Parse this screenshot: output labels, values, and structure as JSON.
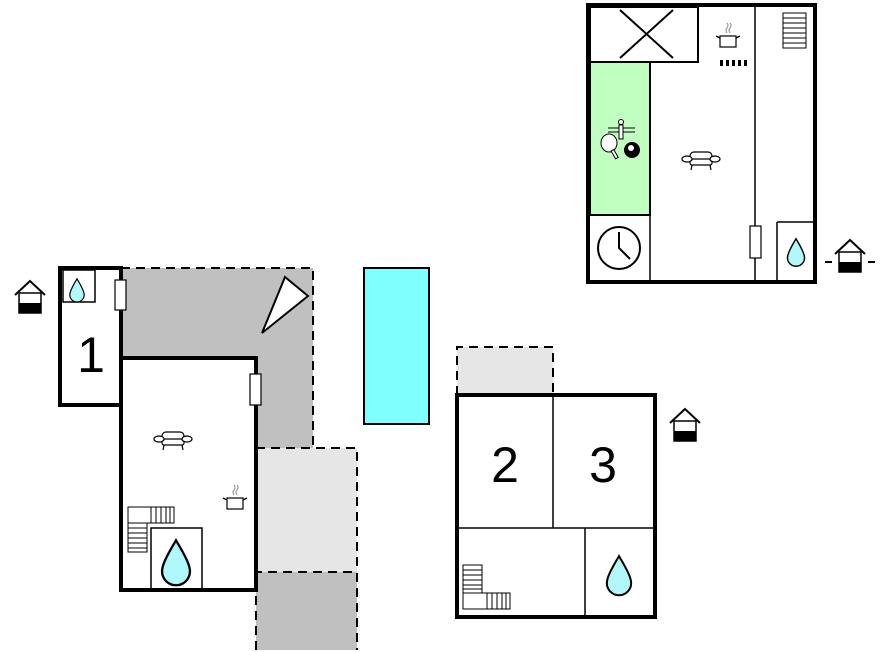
{
  "rooms": {
    "bedroom_1": "1",
    "bedroom_2": "2",
    "bedroom_3": "3"
  },
  "colors": {
    "terrace_dark": "#c0c0c0",
    "terrace_light": "#e6e6e6",
    "pool": "#80ffff",
    "water_drop": "#b0f8fa",
    "game_room": "#c0ffc0"
  },
  "icons": [
    "entrance-icon",
    "water-drop-icon",
    "sofa-icon",
    "cooking-pot-icon",
    "stairs-icon",
    "parasol-icon",
    "clock-icon",
    "table-tennis-icon",
    "billiard-ball-icon",
    "table-football-icon",
    "door-icon"
  ]
}
